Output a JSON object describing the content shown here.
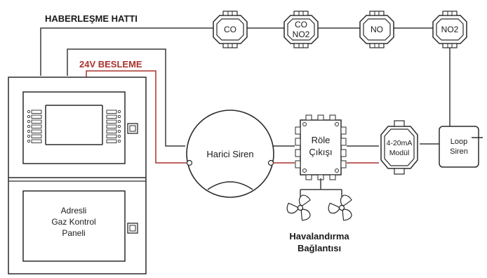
{
  "colors": {
    "line": "#3a3a3a",
    "power": "#a8322d",
    "text": "#1a1a1a",
    "background": "#ffffff"
  },
  "labels": {
    "comm_line": "HABERLEŞME HATTI",
    "power_supply": "24V BESLEME",
    "panel": [
      "Adresli",
      "Gaz Kontrol",
      "Paneli"
    ],
    "external_siren": "Harici Siren",
    "relay": [
      "Röle",
      "Çıkışı"
    ],
    "module": [
      "4-20mA",
      "Modül"
    ],
    "loop_siren": [
      "Loop",
      "Siren"
    ],
    "ventilation": [
      "Havalandırma",
      "Bağlantısı"
    ]
  },
  "sensors": [
    {
      "lines": [
        "CO"
      ]
    },
    {
      "lines": [
        "CO",
        "NO2"
      ]
    },
    {
      "lines": [
        "NO"
      ]
    },
    {
      "lines": [
        "NO2"
      ]
    }
  ],
  "icons": {
    "fan": "fan-icon",
    "sensor": "sensor-detector-icon",
    "junction": "junction-box-icon"
  }
}
